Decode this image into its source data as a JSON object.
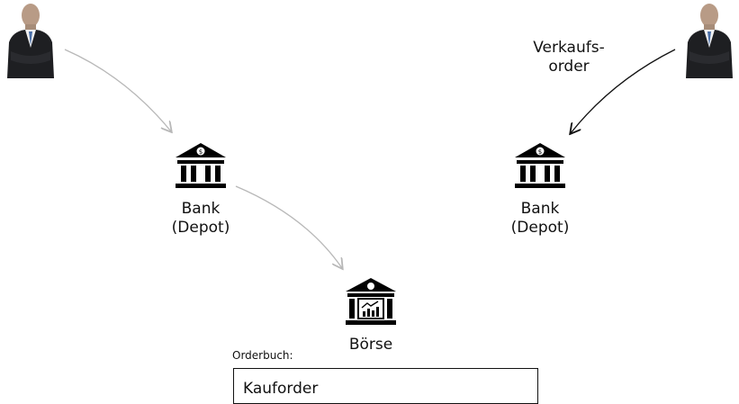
{
  "nodes": {
    "bank_left": {
      "line1": "Bank",
      "line2": "(Depot)"
    },
    "bank_right": {
      "line1": "Bank",
      "line2": "(Depot)"
    },
    "exchange": {
      "label": "Börse"
    }
  },
  "edges": {
    "sell_order_label_line1": "Verkaufs-",
    "sell_order_label_line2": "order"
  },
  "orderbook": {
    "title": "Orderbuch:",
    "entries": [
      "Kauforder"
    ]
  },
  "colors": {
    "gray_arrow": "#b8b8b8",
    "black_arrow": "#111111"
  },
  "icons": {
    "person": "businessman-icon",
    "bank": "bank-dollar-icon",
    "exchange": "stock-exchange-icon"
  }
}
